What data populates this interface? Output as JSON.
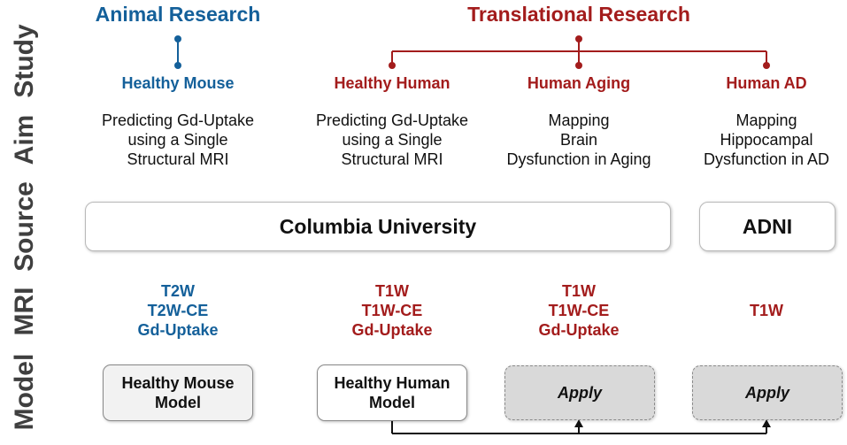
{
  "row_labels": {
    "study": "Study",
    "aim": "Aim",
    "source": "Source",
    "mri": "MRI",
    "model": "Model"
  },
  "headers": {
    "animal": "Animal Research",
    "translational": "Translational Research"
  },
  "studies": {
    "healthy_mouse": "Healthy Mouse",
    "healthy_human": "Healthy Human",
    "human_aging": "Human Aging",
    "human_ad": "Human AD"
  },
  "aims": {
    "mouse": [
      "Predicting Gd-Uptake",
      "using a Single",
      "Structural MRI"
    ],
    "human": [
      "Predicting Gd-Uptake",
      "using a Single",
      "Structural MRI"
    ],
    "aging": [
      "Mapping",
      "Brain",
      "Dysfunction in Aging"
    ],
    "ad": [
      "Mapping",
      "Hippocampal",
      "Dysfunction in AD"
    ]
  },
  "sources": {
    "columbia": "Columbia University",
    "adni": "ADNI"
  },
  "mri": {
    "mouse": [
      "T2W",
      "T2W-CE",
      "Gd-Uptake"
    ],
    "human": [
      "T1W",
      "T1W-CE",
      "Gd-Uptake"
    ],
    "aging": [
      "T1W",
      "T1W-CE",
      "Gd-Uptake"
    ],
    "ad": [
      "T1W"
    ]
  },
  "models": {
    "mouse": [
      "Healthy Mouse",
      "Model"
    ],
    "human": [
      "Healthy Human",
      "Model"
    ],
    "apply_aging": "Apply",
    "apply_ad": "Apply"
  },
  "colors": {
    "blue": "#14609a",
    "red": "#a31c1c",
    "label_gray": "#3f3f3f"
  }
}
